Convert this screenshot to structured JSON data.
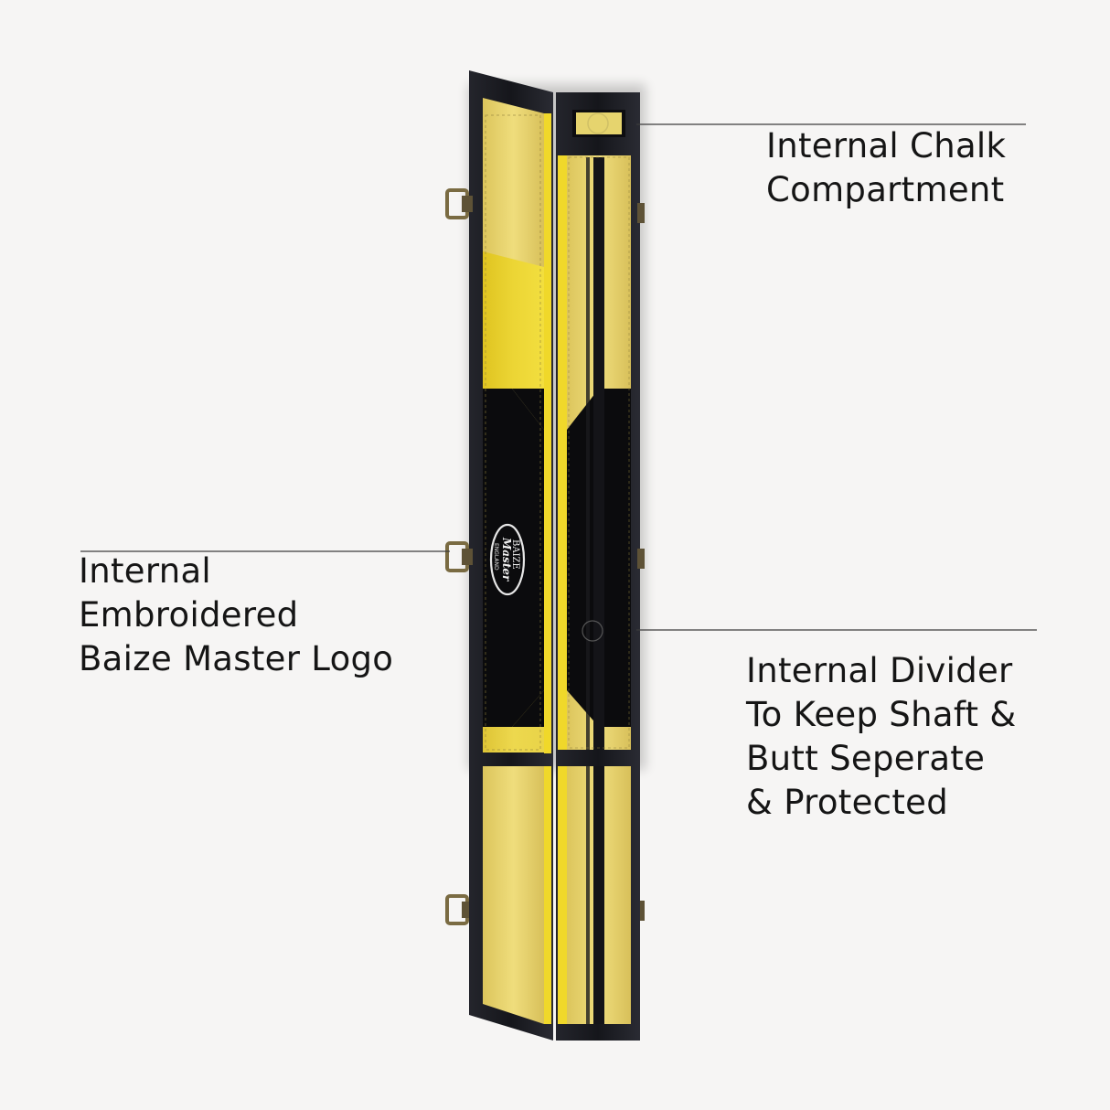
{
  "image": {
    "subject": "open-cue-case",
    "colors": {
      "background": "#f6f5f4",
      "case_frame": "#1b1c22",
      "lining_yellow": "#ead86e",
      "band_yellow": "#f3dc2a",
      "band_black": "#0b0b0d",
      "hinge_metal": "#8a7a4e",
      "leader_line": "#3c3c3c"
    },
    "logo_badge": {
      "lines": [
        "BAIZE",
        "Master",
        "ENGLAND"
      ]
    }
  },
  "callouts": {
    "chalk": {
      "lines": [
        "Internal Chalk",
        "Compartment"
      ]
    },
    "logo": {
      "lines": [
        "Internal",
        "Embroidered",
        "Baize Master Logo"
      ]
    },
    "divider": {
      "lines": [
        "Internal Divider",
        "To Keep Shaft &",
        "Butt Seperate",
        "& Protected"
      ]
    }
  }
}
